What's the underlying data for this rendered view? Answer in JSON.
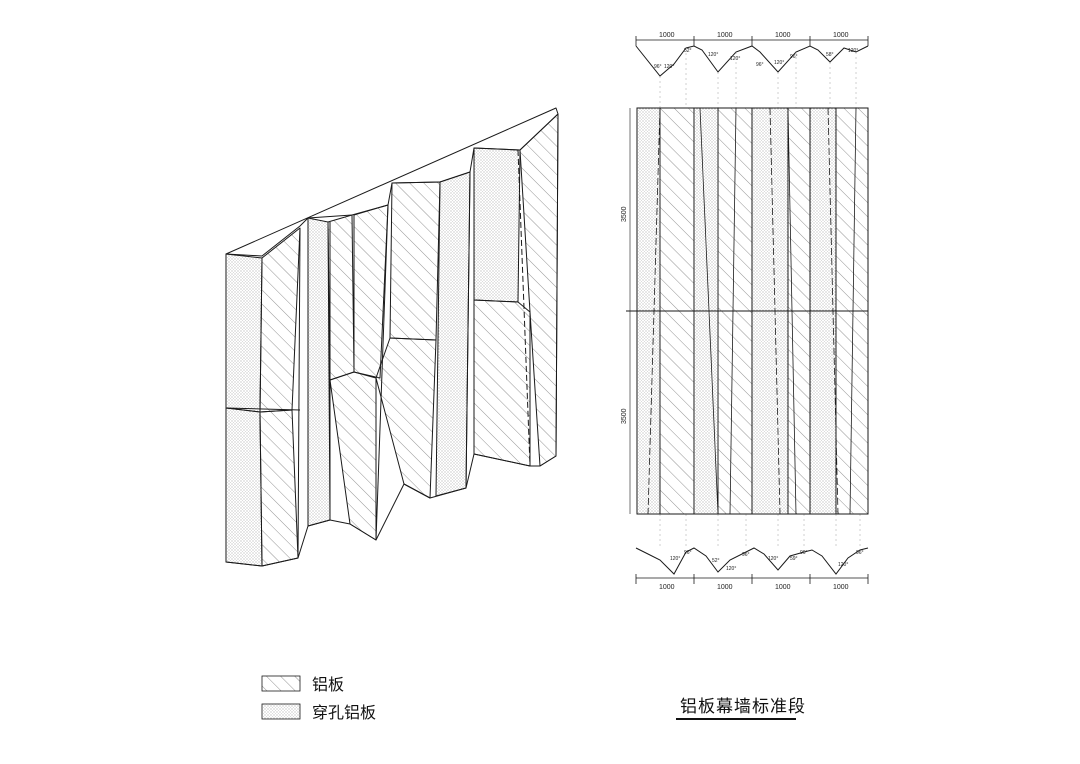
{
  "legend": {
    "aluminum_panel_label": "铝板",
    "perforated_panel_label": "穿孔铝板"
  },
  "drawing_title": "铝板幕墙标准段",
  "elevation": {
    "panel_width_dims": [
      "1000",
      "1000",
      "1000",
      "1000"
    ],
    "panel_height_dims": [
      "3500",
      "3500"
    ]
  },
  "section_angles": {
    "top": [
      "96°",
      "120°",
      "52°",
      "120°",
      "120°",
      "96°",
      "120°",
      "96°",
      "58°",
      "120°"
    ],
    "bottom": [
      "120°",
      "96°",
      "52°",
      "120°",
      "96°",
      "120°",
      "59°",
      "96°",
      "120°",
      "96°"
    ]
  },
  "colors": {
    "line": "#1a1a1a",
    "hatch": "#555555",
    "dots": "#777777",
    "background": "#ffffff"
  }
}
